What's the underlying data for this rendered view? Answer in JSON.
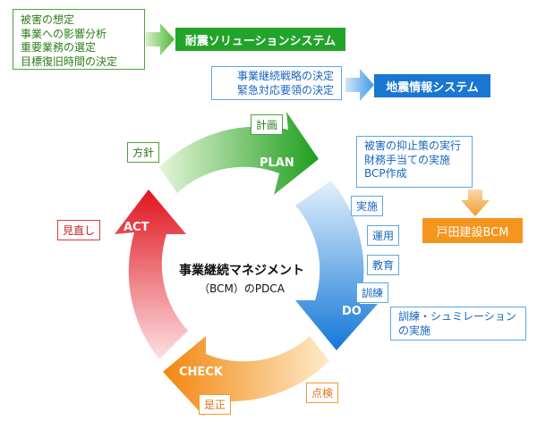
{
  "top_left_items": [
    "被害の想定",
    "事業への影響分析",
    "重要業務の選定",
    "目標復旧時間の決定"
  ],
  "system_1": "耐震ソリューションシステム",
  "middle_items": [
    "事業継続戦略の決定",
    "緊急対応要領の決定"
  ],
  "system_2": "地震情報システム",
  "do_detail_items": [
    "被害の抑止策の実行",
    "財務手当ての実施",
    "BCP作成"
  ],
  "result_box": "戸田建設BCM",
  "training_items": [
    "訓練・シュミレーション",
    "の実施"
  ],
  "center": {
    "title": "事業継続マネジメント",
    "subtitle": "（BCM）のPDCA"
  },
  "phases": {
    "plan": "PLAN",
    "do": "DO",
    "check": "CHECK",
    "act": "ACT"
  },
  "tags": {
    "plan_label": "計画",
    "houshin": "方針",
    "minaoshi": "見直し",
    "do_steps": [
      "実施",
      "運用",
      "教育",
      "訓練"
    ],
    "tensen": "点検",
    "zesei": "是正"
  },
  "colors": {
    "plan": "#2aa520",
    "do": "#1e88e5",
    "check": "#f39a1e",
    "act": "#e0202a",
    "system_1_bg": "#22a32a",
    "system_2_bg": "#1976d2",
    "result_bg": "#f5951e"
  }
}
